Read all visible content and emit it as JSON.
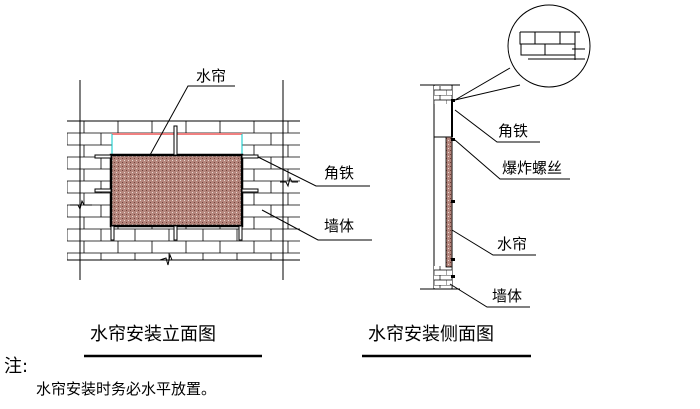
{
  "elevation": {
    "title": "水帘安装立面图",
    "labels": {
      "curtain": "水帘",
      "angle_iron": "角铁",
      "wall": "墙体"
    }
  },
  "side": {
    "title": "水帘安装侧面图",
    "labels": {
      "angle_iron": "角铁",
      "expansion_bolt": "爆炸螺丝",
      "curtain": "水帘",
      "wall": "墙体"
    }
  },
  "note": {
    "heading": "注:",
    "text": "水帘安装时务必水平放置。"
  },
  "colors": {
    "curtain_fill": "#b4857c",
    "top_line": "#e00000",
    "edge": "#00c8c8"
  }
}
